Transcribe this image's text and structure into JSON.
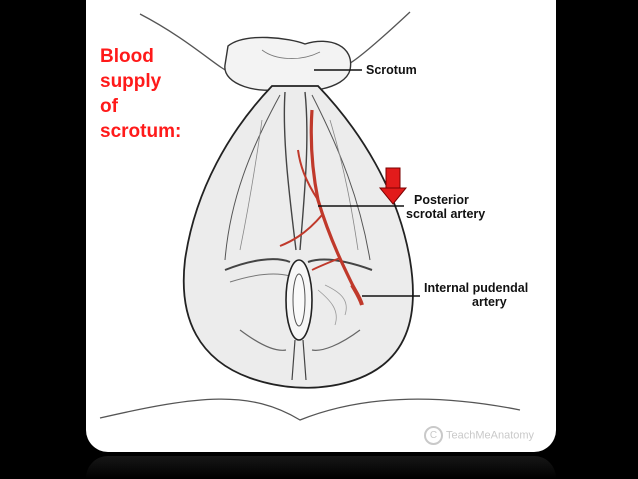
{
  "title": {
    "lines": [
      "Blood",
      "supply",
      "of",
      "scrotum:"
    ],
    "color": "#ff1a1a"
  },
  "labels": {
    "scrotum": "Scrotum",
    "posterior_line1": "Posterior",
    "posterior_line2": "scrotal artery",
    "internal_line1": "Internal pudendal",
    "internal_line2": "artery"
  },
  "watermark": {
    "symbol": "C",
    "text": "TeachMeAnatomy"
  },
  "colors": {
    "background": "#000000",
    "card": "#ffffff",
    "artery": "#c0392b",
    "arrow": "#e21b1b",
    "outline": "#444444"
  },
  "icons": [
    "down-arrow-icon",
    "copyright-icon"
  ]
}
